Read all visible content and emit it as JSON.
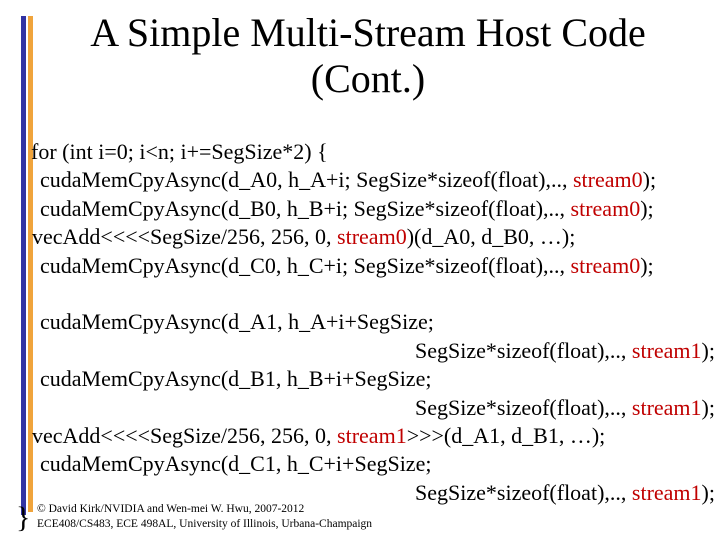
{
  "title": {
    "line1": "A Simple Multi-Stream Host Code",
    "line2": "(Cont.)"
  },
  "colors": {
    "accent_red": "#c00000",
    "bar_blue": "#3333a3",
    "bar_orange": "#f0a43c",
    "text": "#000000",
    "background": "#ffffff"
  },
  "code": {
    "lines": [
      {
        "indent": 1,
        "align": "left",
        "segments": [
          {
            "t": "for (int i=0; i<n; i+=SegSize*2) {",
            "c": "black"
          }
        ]
      },
      {
        "indent": 10,
        "align": "left",
        "segments": [
          {
            "t": "cudaMemCpyAsync(d_A0, h_A+i; SegSize*sizeof(float),.., ",
            "c": "black"
          },
          {
            "t": "stream0",
            "c": "red"
          },
          {
            "t": ");",
            "c": "black"
          }
        ]
      },
      {
        "indent": 10,
        "align": "left",
        "segments": [
          {
            "t": "cudaMemCpyAsync(d_B0, h_B+i; SegSize*sizeof(float),.., ",
            "c": "black"
          },
          {
            "t": "stream0",
            "c": "red"
          },
          {
            "t": ");",
            "c": "black"
          }
        ]
      },
      {
        "indent": 2,
        "align": "left",
        "segments": [
          {
            "t": "vecAdd<<<<SegSize/256, 256, 0, ",
            "c": "black"
          },
          {
            "t": "stream0",
            "c": "red"
          },
          {
            "t": ")(d_A0, d_B0, …);",
            "c": "black"
          }
        ]
      },
      {
        "indent": 10,
        "align": "left",
        "segments": [
          {
            "t": "cudaMemCpyAsync(d_C0, h_C+i; SegSize*sizeof(float),.., ",
            "c": "black"
          },
          {
            "t": "stream0",
            "c": "red"
          },
          {
            "t": ");",
            "c": "black"
          }
        ]
      },
      {
        "indent": 0,
        "align": "left",
        "segments": []
      },
      {
        "indent": 10,
        "align": "left",
        "segments": [
          {
            "t": "cudaMemCpyAsync(d_A1, h_A+i+SegSize;",
            "c": "black"
          }
        ]
      },
      {
        "indent": 0,
        "align": "right",
        "segments": [
          {
            "t": "SegSize*sizeof(float),.., ",
            "c": "black"
          },
          {
            "t": "stream1",
            "c": "red"
          },
          {
            "t": ");",
            "c": "black"
          }
        ]
      },
      {
        "indent": 10,
        "align": "left",
        "segments": [
          {
            "t": "cudaMemCpyAsync(d_B1, h_B+i+SegSize;",
            "c": "black"
          }
        ]
      },
      {
        "indent": 0,
        "align": "right",
        "segments": [
          {
            "t": "SegSize*sizeof(float),.., ",
            "c": "black"
          },
          {
            "t": "stream1",
            "c": "red"
          },
          {
            "t": ");",
            "c": "black"
          }
        ]
      },
      {
        "indent": 2,
        "align": "left",
        "segments": [
          {
            "t": "vecAdd<<<<SegSize/256, 256, 0, ",
            "c": "black"
          },
          {
            "t": "stream1",
            "c": "red"
          },
          {
            "t": ">>>(d_A1, d_B1, …);",
            "c": "black"
          }
        ]
      },
      {
        "indent": 10,
        "align": "left",
        "segments": [
          {
            "t": "cudaMemCpyAsync(d_C1, h_C+i+SegSize;",
            "c": "black"
          }
        ]
      },
      {
        "indent": 0,
        "align": "right",
        "segments": [
          {
            "t": "SegSize*sizeof(float),.., ",
            "c": "black"
          },
          {
            "t": "stream1",
            "c": "red"
          },
          {
            "t": ");",
            "c": "black"
          }
        ]
      }
    ]
  },
  "closing_brace": "}",
  "footer": {
    "line1": "© David Kirk/NVIDIA and Wen-mei W. Hwu, 2007-2012",
    "line2": "ECE408/CS483, ECE 498AL, University of Illinois, Urbana-Champaign"
  }
}
